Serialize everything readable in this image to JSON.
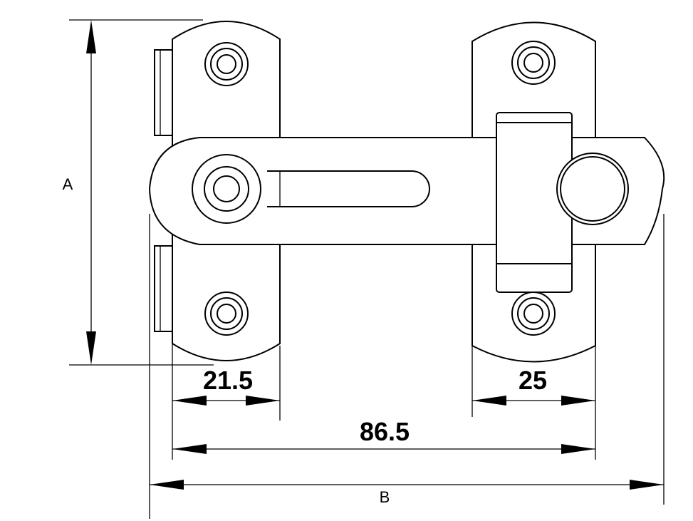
{
  "labels": {
    "height": "A",
    "overall_width": "B",
    "left_plate_width": "21.5",
    "right_plate_width": "25",
    "plate_span": "86.5"
  }
}
